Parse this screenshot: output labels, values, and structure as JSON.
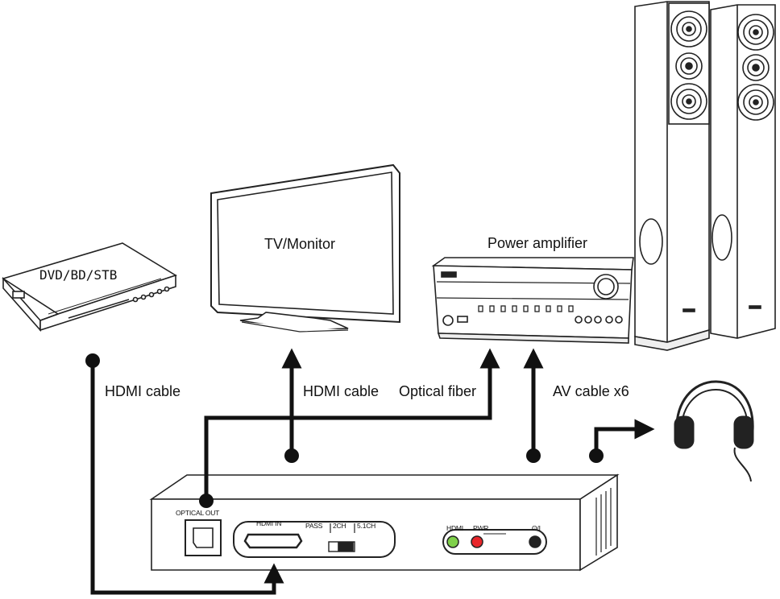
{
  "devices": {
    "source": "DVD/BD/STB",
    "display": "TV/Monitor",
    "amplifier": "Power amplifier"
  },
  "connections": {
    "hdmi_in": "HDMI cable",
    "hdmi_out": "HDMI cable",
    "optical": "Optical fiber",
    "analog": "AV cable x6"
  },
  "extractor": {
    "optical_out": "OPTICAL OUT",
    "hdmi_in": "HDMI IN",
    "pass": "PASS",
    "ch2": "2CH",
    "ch51": "5.1CH",
    "hdmi_indicator": "HDMI",
    "pwr_indicator": "PWR",
    "power_symbol": "ʘ/I"
  },
  "colors": {
    "hdmi_led": "#7fd04a",
    "pwr_led": "#e8262b"
  }
}
